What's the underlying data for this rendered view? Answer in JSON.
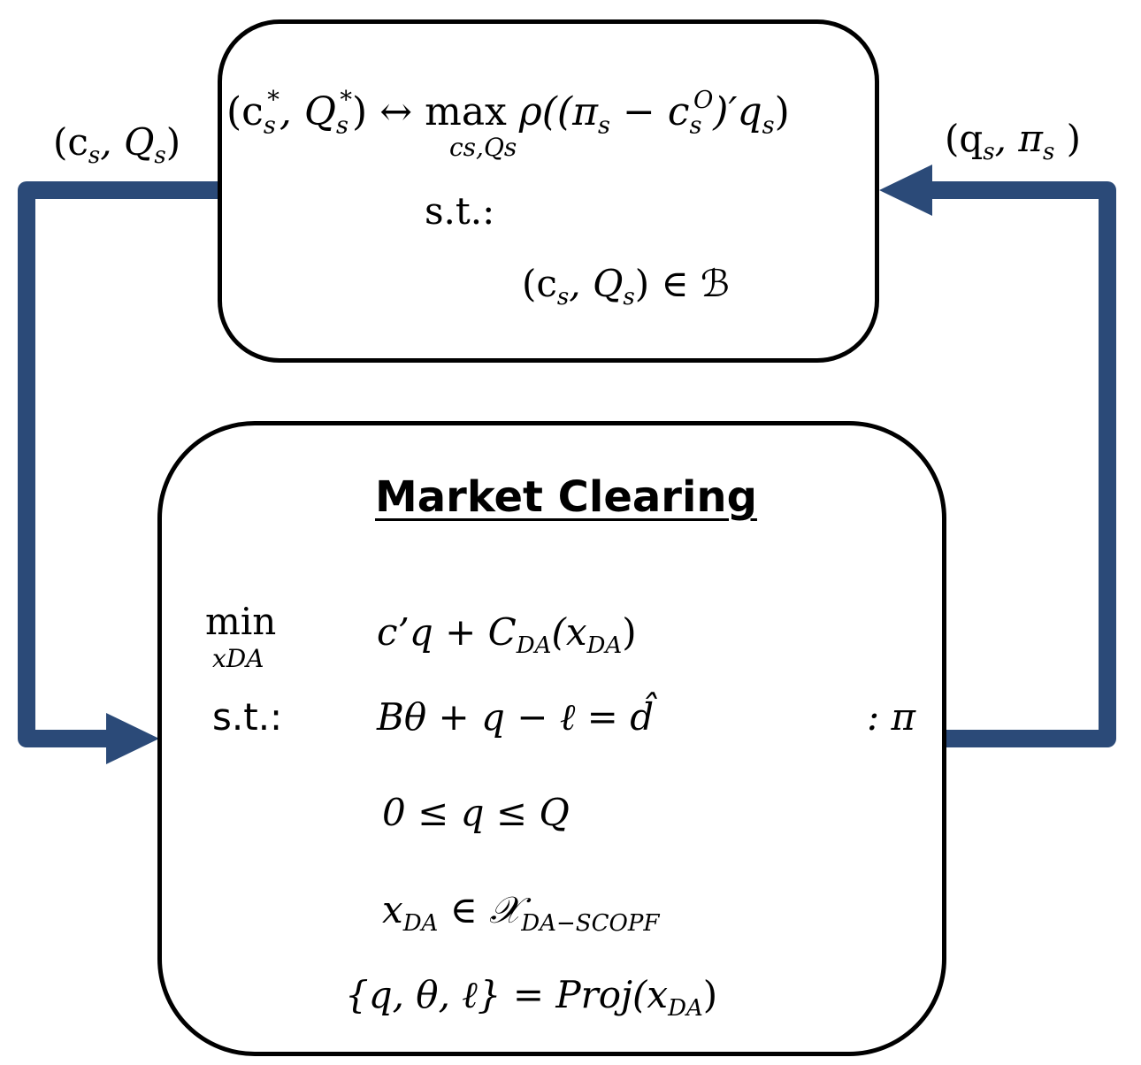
{
  "diagram": {
    "top_box": {
      "objective": "(c*s, Q*s) ↔ max ρ((πs − cOs)′qs)",
      "objective_lhs": "(c",
      "objective_lhs_sub": "s",
      "objective_lhs_sup": "*",
      "objective_q": ", Q",
      "objective_q_sub": "s",
      "objective_q_sup": "*",
      "objective_close": ")",
      "objective_arrow": "↔",
      "objective_max": "max",
      "objective_max_under": "cs,Qs",
      "objective_rho": "ρ((π",
      "objective_pi_sub": "s",
      "objective_minus": " − c",
      "objective_c_sub": "s",
      "objective_c_sup": "O",
      "objective_tail": ")′q",
      "objective_tail_sub": "s",
      "objective_end": ")",
      "st_label": "s.t.:",
      "constraint_a": "(c",
      "constraint_a_sub": "s",
      "constraint_b": ", Q",
      "constraint_b_sub": "s",
      "constraint_c": ") ∈ ℬ"
    },
    "bottom_box": {
      "title": "Market Clearing",
      "min_label": "min",
      "min_under": "xDA",
      "objective_a": "c’q +  C",
      "objective_a_sub": "DA",
      "objective_b": "(x",
      "objective_b_sub": "DA",
      "objective_c": ")",
      "st_label": "s.t.:",
      "balance": "Bθ + q − ℓ = d̂",
      "dual_label": ": π",
      "bounds": "0 ≤ q ≤ Q",
      "feas_a": "x",
      "feas_a_sub": "DA",
      "feas_b": " ∈ 𝒳",
      "feas_b_sub": "DA−SCOPF",
      "proj_a": "{q, θ, ℓ} = Proj(x",
      "proj_a_sub": "DA",
      "proj_b": ")"
    },
    "left_edge_label": {
      "a": "(c",
      "a_sub": "s",
      "b": ", Q",
      "b_sub": "s",
      "c": ")"
    },
    "right_edge_label": {
      "a": "(q",
      "a_sub": "s",
      "b": ", π",
      "b_sub": "s",
      "c": " )"
    },
    "colors": {
      "arrow": "#2b4a78",
      "border": "#000000"
    }
  }
}
